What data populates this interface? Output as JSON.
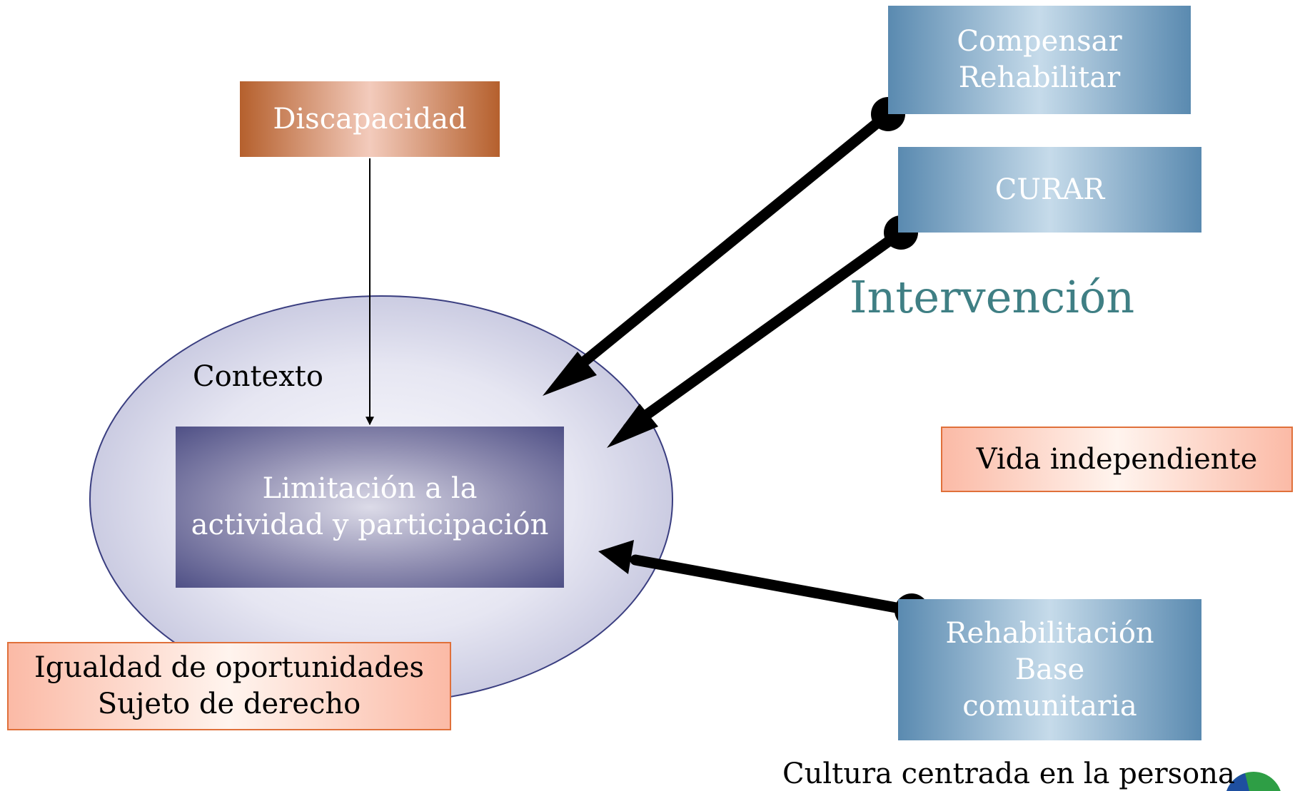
{
  "diagram": {
    "discapacidad": "Discapacidad",
    "contexto": "Contexto",
    "limitacion": [
      "Limitación a la",
      "actividad y participación"
    ],
    "intervencion": "Intervención",
    "compensar": [
      "Compensar",
      "Rehabilitar"
    ],
    "curar": "CURAR",
    "vida_independiente": "Vida independiente",
    "igualdad": [
      "Igualdad de oportunidades",
      "Sujeto de derecho"
    ],
    "rehabilitacion": [
      "Rehabilitación",
      "Base",
      "comunitaria"
    ],
    "cultura": "Cultura centrada en la persona"
  },
  "colors": {
    "title_teal": "#3f7f84",
    "ellipse_border": "#3a3e80",
    "discapacidad_brown": "#b5602d",
    "intervention_blue": "#5a8ab0",
    "limitation_purple": "#4f5086",
    "salmon_border": "#e0703a",
    "arrow_black": "#000000",
    "logo_green": "#2e9e45",
    "logo_blue": "#1e4fa0"
  }
}
